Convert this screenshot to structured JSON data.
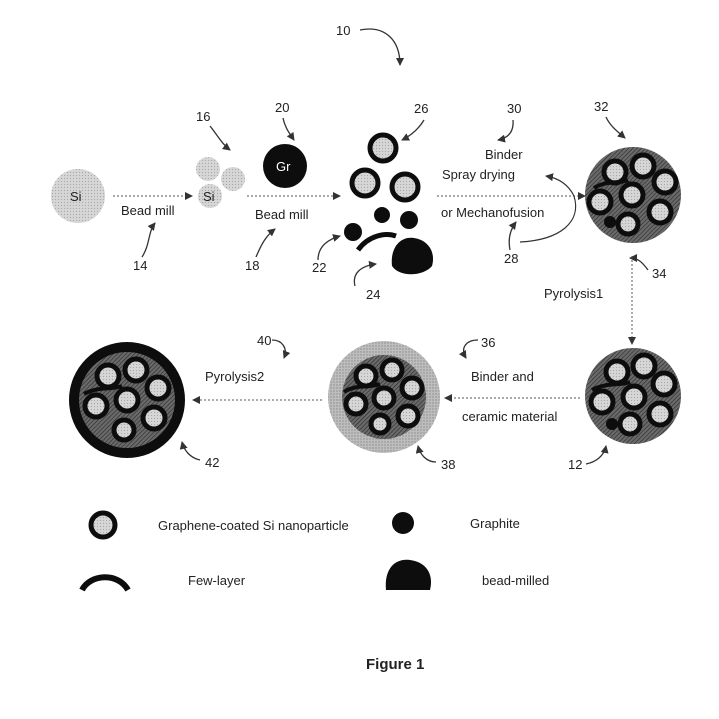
{
  "figure": {
    "caption": "Figure 1",
    "ref_numbers": {
      "r10": "10",
      "r12": "12",
      "r14": "14",
      "r16": "16",
      "r18": "18",
      "r20": "20",
      "r22": "22",
      "r24": "24",
      "r26": "26",
      "r28": "28",
      "r30": "30",
      "r32": "32",
      "r34": "34",
      "r36": "36",
      "r38": "38",
      "r40": "40",
      "r42": "42"
    },
    "labels": {
      "si": "Si",
      "si_small": "Si",
      "gr": "Gr",
      "bead_mill_1": "Bead mill",
      "bead_mill_2": "Bead mill",
      "binder": "Binder",
      "spray_drying": "Spray drying",
      "mechanofusion": "or Mechanofusion",
      "pyrolysis1": "Pyrolysis1",
      "binder_and": "Binder and",
      "ceramic_material": "ceramic material",
      "pyrolysis2": "Pyrolysis2"
    },
    "legend": {
      "graphene_si": "Graphene-coated Si nanoparticle",
      "graphite": "Graphite",
      "few_layer": "Few-layer",
      "bead_milled": "bead-milled"
    }
  }
}
